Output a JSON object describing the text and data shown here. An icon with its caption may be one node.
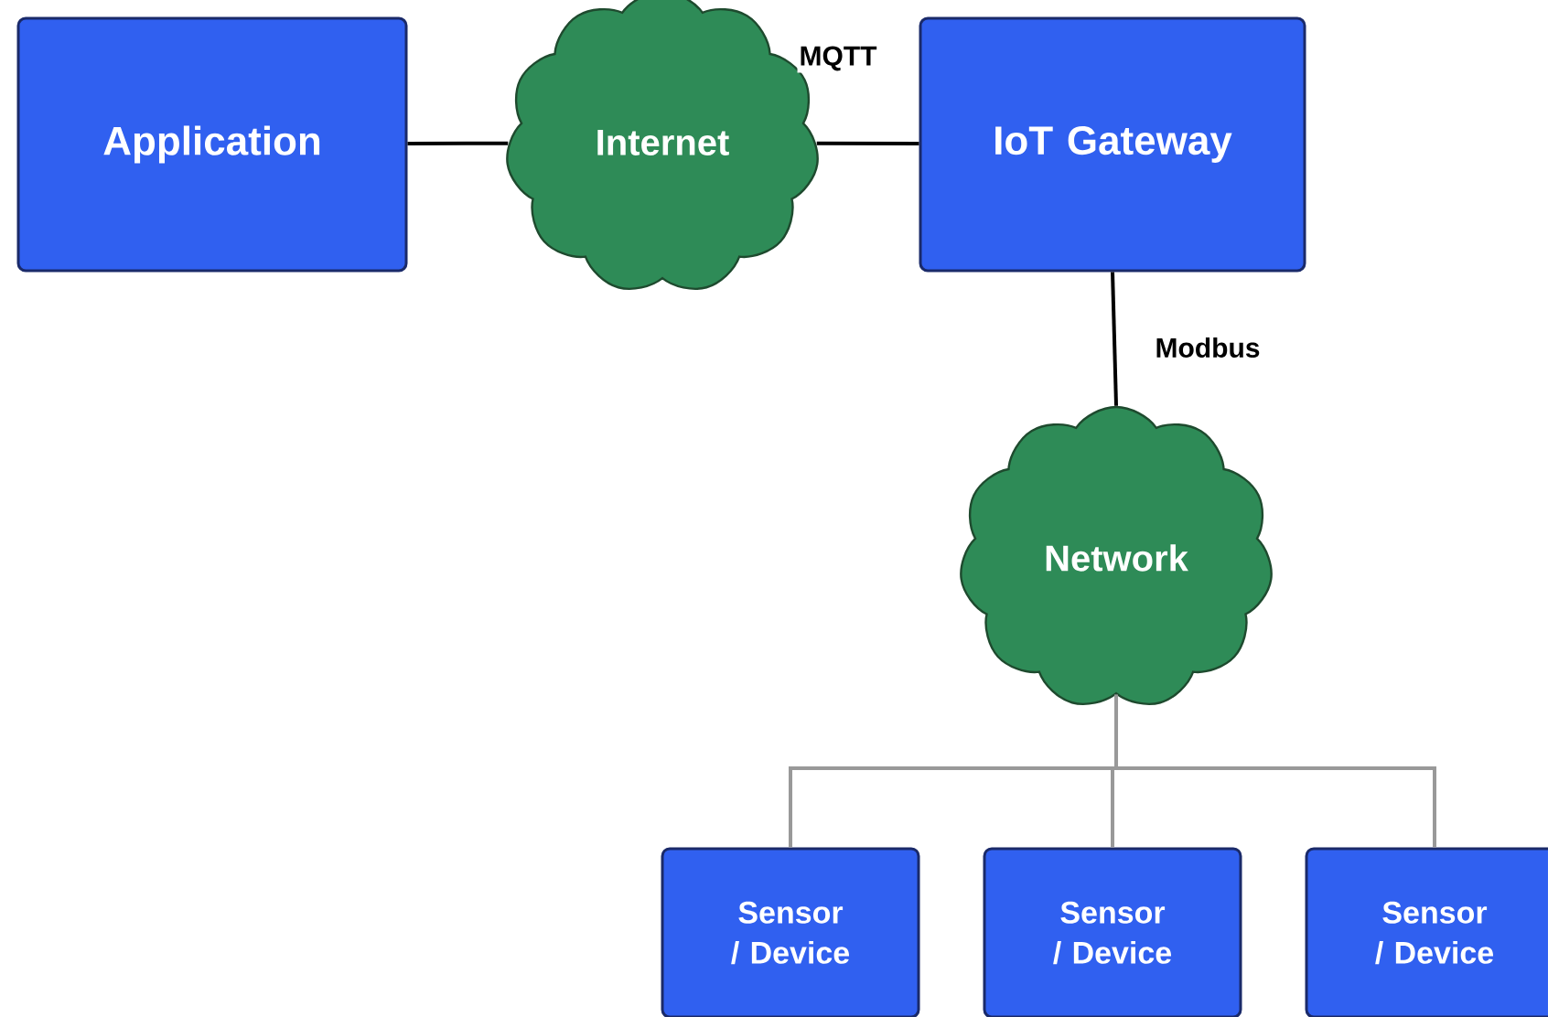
{
  "diagram": {
    "nodes": [
      {
        "text": [
          "Application"
        ]
      },
      {
        "text": [
          "Internet"
        ]
      },
      {
        "text": [
          "IoT Gateway"
        ]
      },
      {
        "text": [
          "Network"
        ]
      },
      {
        "text": [
          "Sensor / Device"
        ]
      },
      {
        "text": [
          "Sensor / Device"
        ]
      },
      {
        "text": [
          "Sensor / Device"
        ]
      }
    ],
    "edges": [
      {
        "from": 0,
        "to": 1,
        "arrow": "none"
      },
      {
        "from": 1,
        "to": 2,
        "arrow": "none",
        "label": "MQTT"
      },
      {
        "from": 2,
        "to": 3,
        "arrow": "none",
        "label": "Modbus"
      },
      {
        "from": 3,
        "to": 4,
        "arrow": "none",
        "color": "#999999"
      },
      {
        "from": 3,
        "to": 5,
        "arrow": "none",
        "color": "#999999"
      },
      {
        "from": 3,
        "to": 6,
        "arrow": "none",
        "color": "#999999"
      }
    ]
  }
}
